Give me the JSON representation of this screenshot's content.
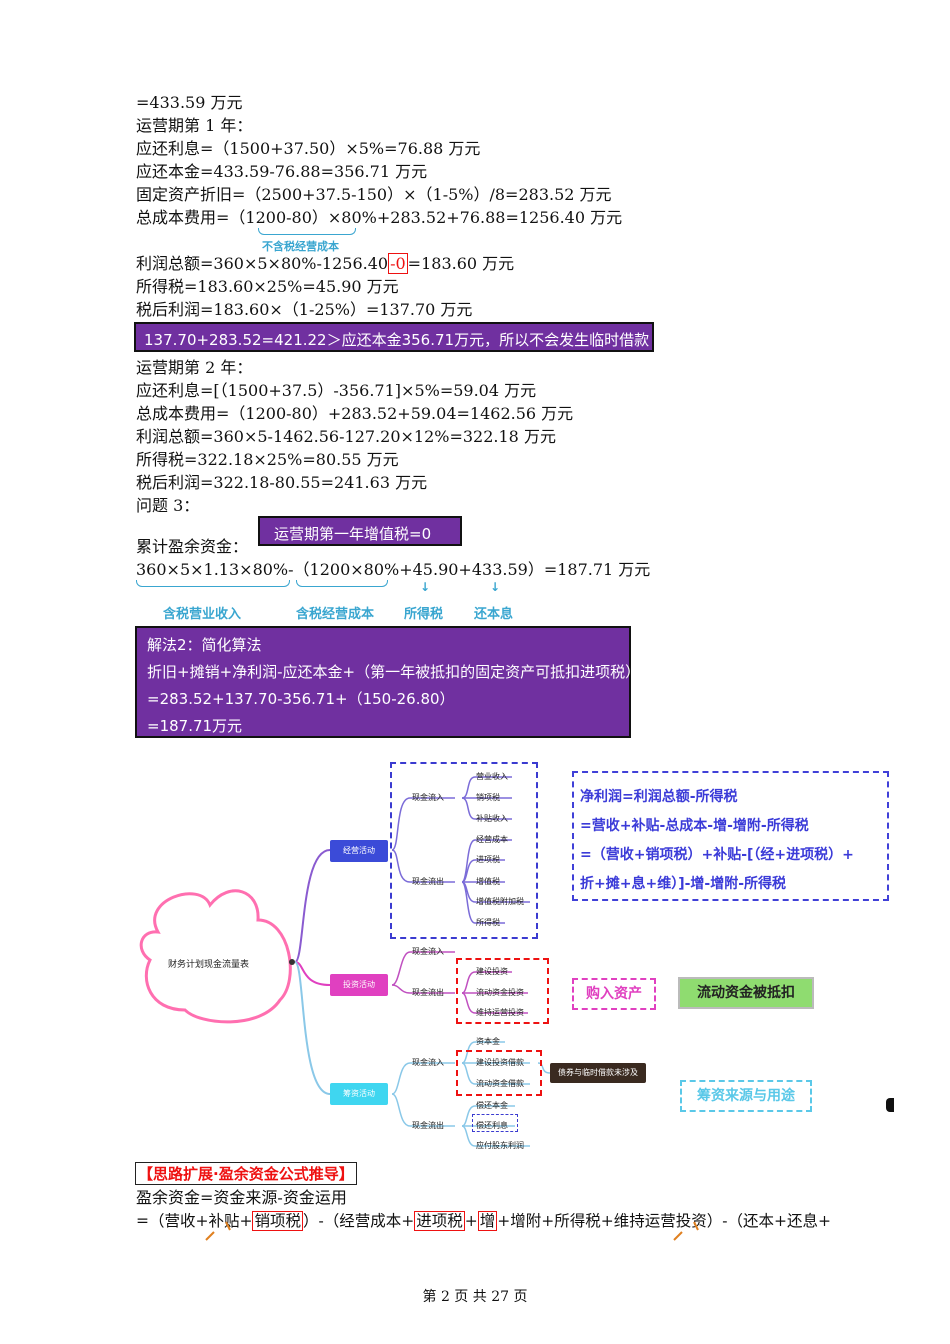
{
  "lines": {
    "l1": "=433.59 万元",
    "l2": "运营期第 1 年：",
    "l3": "应还利息=（1500+37.50）×5%=76.88 万元",
    "l4": "应还本金=433.59-76.88=356.71 万元",
    "l5": "固定资产折旧=（2500+37.5-150）×（1-5%）/8=283.52 万元",
    "l6": "总成本费用=（1200-80）×80%+283.52+76.88=1256.40 万元",
    "l7a": "利润总额=360×5×80%-1256.40",
    "l7b": "-0",
    "l7c": "=183.60 万元",
    "l8": "所得税=183.60×25%=45.90 万元",
    "l9": "税后利润=183.60×（1-25%）=137.70 万元",
    "l10": "运营期第 2 年：",
    "l11": "应还利息=[（1500+37.5）-356.71]×5%=59.04 万元",
    "l12": "总成本费用=（1200-80）+283.52+59.04=1462.56 万元",
    "l13": "利润总额=360×5-1462.56-127.20×12%=322.18 万元",
    "l14": "所得税=322.18×25%=80.55 万元",
    "l15": "税后利润=322.18-80.55=241.63 万元",
    "l16": "问题 3：",
    "l17": "累计盈余资金：",
    "l18": "360×5×1.13×80%-（1200×80%+45.90+433.59）=187.71 万元"
  },
  "annotations": {
    "no_tax_cost": "不含税经营成本",
    "tax_revenue": "含税营业收入",
    "tax_cost": "含税经营成本",
    "income_tax": "所得税",
    "repay": "还本息"
  },
  "boxes": {
    "no_loan": "137.70+283.52=421.22＞应还本金356.71万元，所以不会发生临时借款",
    "vat_zero": "运营期第一年增值税=0",
    "method2": [
      "解法2：简化算法",
      "折旧+摊销+净利润-应还本金+（第一年被抵扣的固定资产可抵扣进项税）",
      "=283.52+137.70-356.71+（150-26.80）",
      "=187.71万元"
    ]
  },
  "mindmap": {
    "root": "财务计划现金流量表",
    "operating": "经营活动",
    "investing": "投资活动",
    "financing": "筹资活动",
    "cash_in": "现金流入",
    "cash_out": "现金流出",
    "op_in": [
      "营业收入",
      "销项税",
      "补贴收入"
    ],
    "op_out": [
      "经营成本",
      "进项税",
      "增值税",
      "增值税附加税",
      "所得税"
    ],
    "inv_out": [
      "建设投资",
      "流动资金投资",
      "维持运营投资"
    ],
    "fin_in": [
      "资本金",
      "建设投资借款",
      "流动资金借款"
    ],
    "fin_out": [
      "偿还本金",
      "偿还利息",
      "应付股东利润"
    ],
    "fin_note": "债券与临时借款未涉及",
    "net_profit": [
      "净利润=利润总额-所得税",
      "=营收+补贴-总成本-增-增附-所得税",
      "=（营收+销项税）+补贴-[（经+进项税）+",
      "折+摊+息+维）]-增-增附-所得税"
    ],
    "buy_assets": "购入资产",
    "working_capital": "流动资金被抵扣",
    "funding": "筹资来源与用途"
  },
  "expansion": {
    "title": "【思路扩展·盈余资金公式推导】",
    "l1": "盈余资金=资金来源-资金运用",
    "l2_parts": [
      "=（营收+补贴+",
      "销项税",
      "）-（经营成本+",
      "进项税",
      "+",
      "增",
      "+增附+所得税+维持运营投资）-（还本+还息+"
    ]
  },
  "footer": "第 2 页 共 27 页",
  "colors": {
    "purple": "#7030a0",
    "blue": "#3aa6d0",
    "red": "#e11111",
    "navy": "#3b4bd8",
    "magenta": "#e040c0",
    "cyan": "#3fd6f0"
  }
}
